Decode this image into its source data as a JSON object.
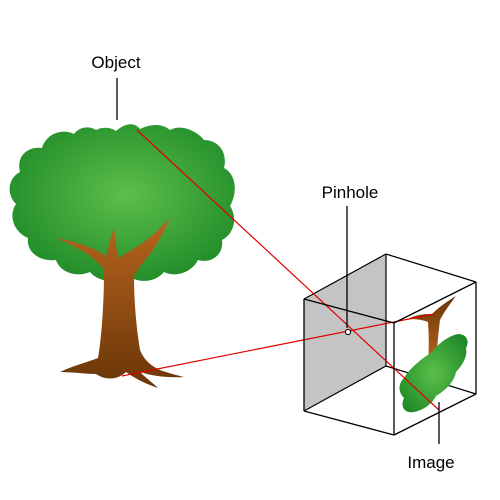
{
  "labels": {
    "object": "Object",
    "pinhole": "Pinhole",
    "image": "Image"
  },
  "colors": {
    "background": "#ffffff",
    "foliage_light": "#5cbf4a",
    "foliage_dark": "#1f8a28",
    "trunk_light": "#b8651e",
    "trunk_dark": "#6a3608",
    "ray": "#e00000",
    "box_edge": "#000000",
    "box_inner_wall": "#c4c4c4"
  },
  "icons": {
    "tree": "tree-icon",
    "camera_box": "pinhole-camera-box",
    "projected_image": "inverted-tree-icon"
  }
}
